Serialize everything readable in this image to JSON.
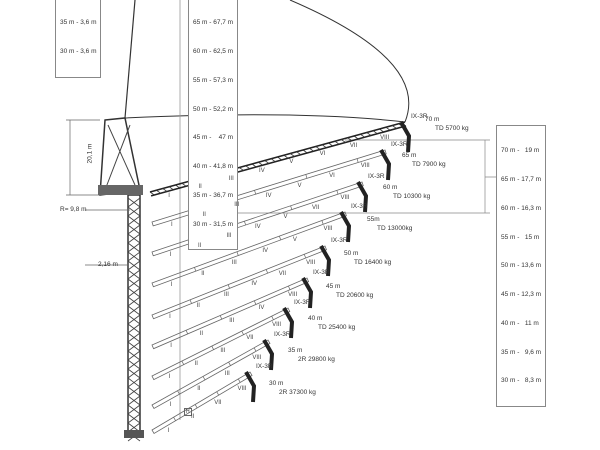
{
  "left_table": [
    "35 m - 3,6 m",
    "30 m - 3,6 m"
  ],
  "middle_table": [
    "65 m - 67,7 m",
    "60 m - 62,5 m",
    "55 m - 57,3 m",
    "50 m - 52,2 m",
    "45 m -    47 m",
    "40 m - 41,8 m",
    "35 m - 36,7 m",
    "30 m - 31,5 m"
  ],
  "right_table": [
    "70 m -   19 m",
    "65 m - 17,7 m",
    "60 m - 16,3 m",
    "55 m -   15 m",
    "50 m - 13,6 m",
    "45 m - 12,3 m",
    "40 m -   11 m",
    "35 m -   9,6 m",
    "30 m -   8,3 m"
  ],
  "dimensions": {
    "height": "20,1 m",
    "radius": "R= 9,8 m",
    "tower": "2,16 m",
    "marker": "H"
  },
  "jibs": [
    {
      "length": "70 m",
      "load": "TD  5700 kg",
      "tip": "IX-3R",
      "sections": [
        "I",
        "II",
        "III",
        "IV",
        "V",
        "VI",
        "VII",
        "VIII"
      ]
    },
    {
      "length": "65 m",
      "load": "TD  7900 kg",
      "tip": "IX-3R",
      "sections": [
        "I",
        "II",
        "III",
        "IV",
        "V",
        "VI",
        "VIII"
      ]
    },
    {
      "length": "60 m",
      "load": "TD  10300 kg",
      "tip": "IX-3R",
      "sections": [
        "I",
        "II",
        "III",
        "IV",
        "V",
        "VII",
        "VIII"
      ]
    },
    {
      "length": "55m",
      "load": "TD  13000kg",
      "tip": "IX-3R",
      "sections": [
        "I",
        "II",
        "III",
        "IV",
        "V",
        "VIII"
      ]
    },
    {
      "length": "50 m",
      "load": "TD  16400 kg",
      "tip": "IX-3R",
      "sections": [
        "I",
        "II",
        "III",
        "IV",
        "VII",
        "VIII"
      ]
    },
    {
      "length": "45 m",
      "load": "TD  20600 kg",
      "tip": "IX-3R",
      "sections": [
        "I",
        "II",
        "III",
        "IV",
        "VIII"
      ]
    },
    {
      "length": "40 m",
      "load": "TD  25400 kg",
      "tip": "IX-3R",
      "sections": [
        "I",
        "II",
        "III",
        "VII",
        "VIII"
      ]
    },
    {
      "length": "35 m",
      "load": "2R  29800 kg",
      "tip": "IX-3R",
      "sections": [
        "I",
        "II",
        "III",
        "VIII"
      ]
    },
    {
      "length": "30 m",
      "load": "2R  37300 kg",
      "tip": "IX-3R",
      "sections": [
        "I",
        "II",
        "VII",
        "VIII"
      ]
    }
  ]
}
